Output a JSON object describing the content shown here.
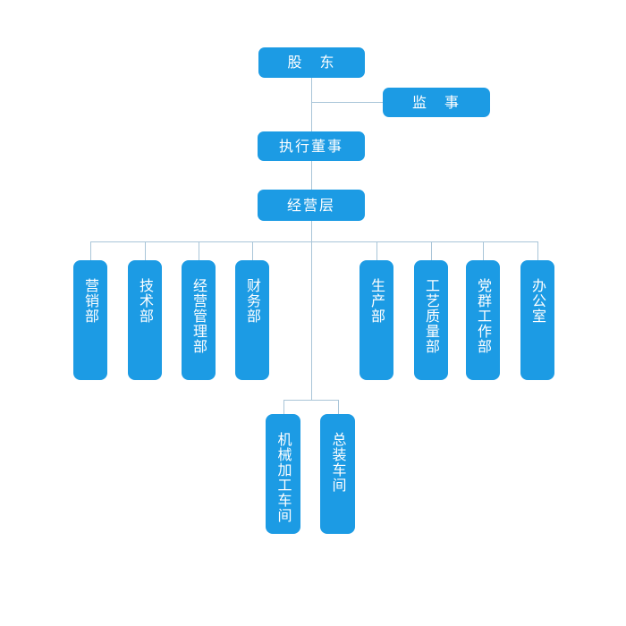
{
  "org_chart": {
    "colors": {
      "background": "#ffffff",
      "node_fill": "#1c9be4",
      "node_text": "#ffffff",
      "connector": "#a9c5d8"
    },
    "nodes": {
      "shareholders": {
        "label": "股　东"
      },
      "supervisors": {
        "label": "监　事"
      },
      "executive_director": {
        "label": "执行董事"
      },
      "management": {
        "label": "经营层"
      },
      "marketing_dept": {
        "label": "营销部"
      },
      "technology_dept": {
        "label": "技术部"
      },
      "operations_management_dept": {
        "label": "经营管理部"
      },
      "finance_dept": {
        "label": "财务部"
      },
      "production_dept": {
        "label": "生产部"
      },
      "process_quality_dept": {
        "label": "工艺质量部"
      },
      "party_mass_work_dept": {
        "label": "党群工作部"
      },
      "office": {
        "label": "办公室"
      },
      "machining_workshop": {
        "label": "机械加工车间"
      },
      "final_assembly_workshop": {
        "label": "总装车间"
      }
    },
    "edges": [
      {
        "from": "shareholders",
        "to": "supervisors"
      },
      {
        "from": "shareholders",
        "to": "executive_director"
      },
      {
        "from": "executive_director",
        "to": "management"
      },
      {
        "from": "management",
        "to": "marketing_dept"
      },
      {
        "from": "management",
        "to": "technology_dept"
      },
      {
        "from": "management",
        "to": "operations_management_dept"
      },
      {
        "from": "management",
        "to": "finance_dept"
      },
      {
        "from": "management",
        "to": "production_dept"
      },
      {
        "from": "management",
        "to": "process_quality_dept"
      },
      {
        "from": "management",
        "to": "party_mass_work_dept"
      },
      {
        "from": "management",
        "to": "office"
      },
      {
        "from": "management",
        "to": "machining_workshop"
      },
      {
        "from": "management",
        "to": "final_assembly_workshop"
      }
    ]
  }
}
